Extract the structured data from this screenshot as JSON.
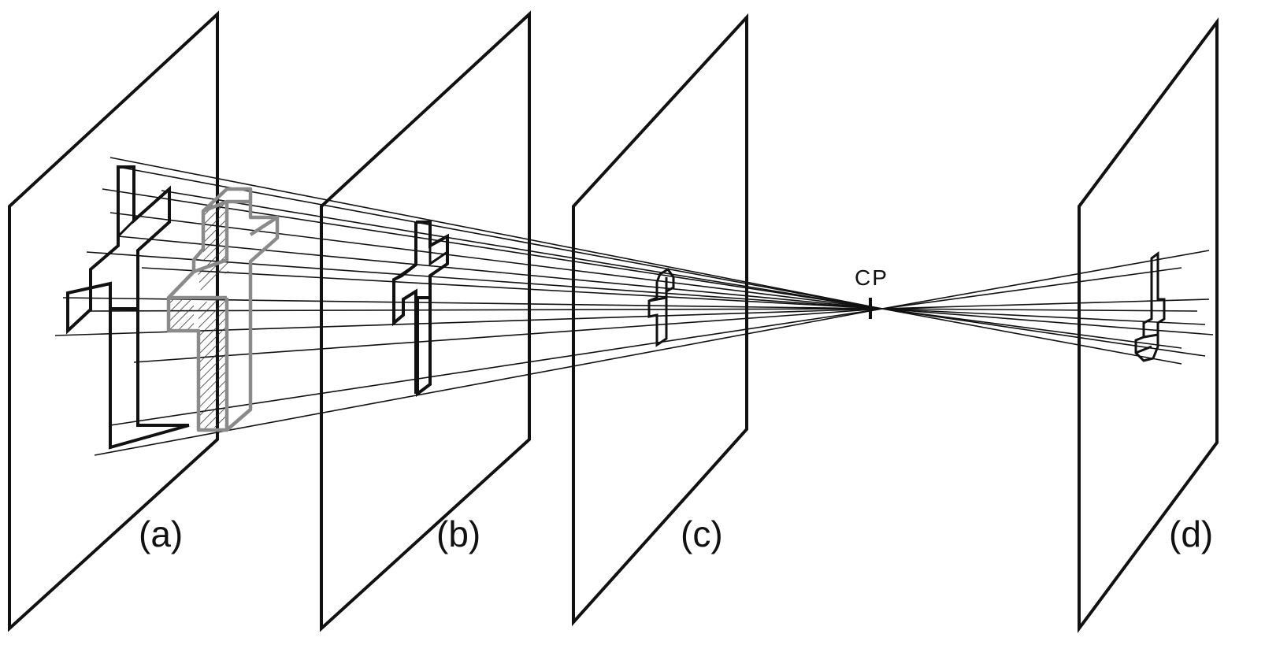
{
  "diagram": {
    "planes": [
      {
        "id": "a",
        "label": "(a)"
      },
      {
        "id": "b",
        "label": "(b)"
      },
      {
        "id": "c",
        "label": "(c)"
      },
      {
        "id": "d",
        "label": "(d)"
      }
    ],
    "center_label": "CP",
    "colors": {
      "ink": "#111111",
      "ghost": "#8a8a8a",
      "background": "#ffffff"
    }
  }
}
